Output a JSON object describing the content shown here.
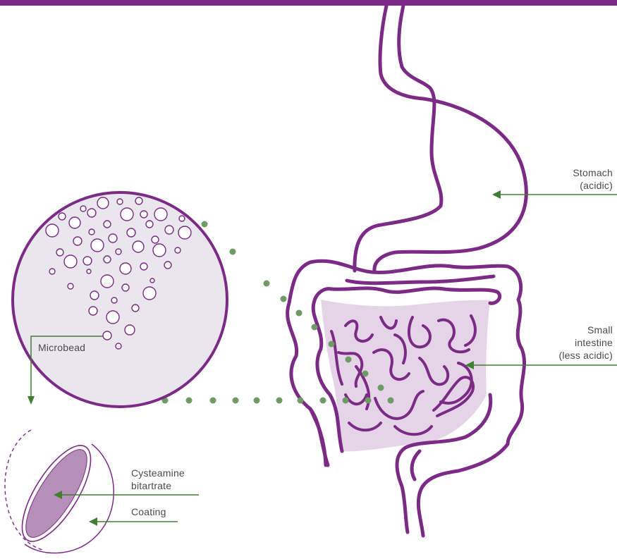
{
  "colors": {
    "purple": "#7b2a86",
    "purple_fill": "#e5d4e7",
    "purple_light_fill": "#eae6ee",
    "bitartrate_fill": "#b58fb9",
    "arrow_green": "#3f7f2f",
    "dot_green": "#6e9a66",
    "label_text": "#4a4a4a"
  },
  "labels": {
    "stomach": [
      "Stomach",
      "(acidic)"
    ],
    "small_intestine": [
      "Small",
      "intestine",
      "(less acidic)"
    ],
    "microbead": "Microbead",
    "cysteamine": [
      "Cysteamine",
      "bitartrate"
    ],
    "coating": "Coating"
  },
  "icons": {
    "arrow": "arrow-left-icon",
    "down_arrow": "arrow-down-icon"
  }
}
